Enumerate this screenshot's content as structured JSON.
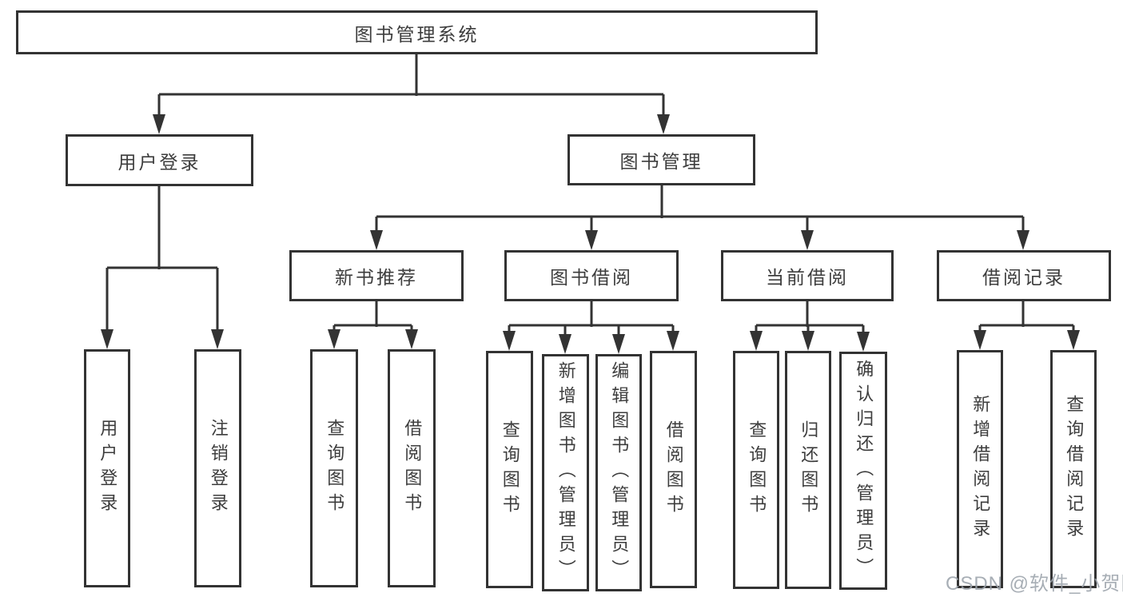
{
  "diagram_title": "图书管理系统",
  "tree": {
    "root": {
      "label": "图书管理系统"
    },
    "level2": [
      {
        "label": "用户登录"
      },
      {
        "label": "图书管理"
      }
    ],
    "level3": [
      {
        "label": "新书推荐",
        "parent": "图书管理"
      },
      {
        "label": "图书借阅",
        "parent": "图书管理"
      },
      {
        "label": "当前借阅",
        "parent": "图书管理"
      },
      {
        "label": "借阅记录",
        "parent": "图书管理"
      }
    ],
    "leaves": [
      {
        "label": "用户登录",
        "parent": "用户登录"
      },
      {
        "label": "注销登录",
        "parent": "用户登录"
      },
      {
        "label": "查询图书",
        "parent": "新书推荐"
      },
      {
        "label": "借阅图书",
        "parent": "新书推荐"
      },
      {
        "label": "查询图书",
        "parent": "图书借阅"
      },
      {
        "label": "新增图书（管理员）",
        "parent": "图书借阅"
      },
      {
        "label": "编辑图书（管理员）",
        "parent": "图书借阅"
      },
      {
        "label": "借阅图书",
        "parent": "图书借阅"
      },
      {
        "label": "查询图书",
        "parent": "当前借阅"
      },
      {
        "label": "归还图书",
        "parent": "当前借阅"
      },
      {
        "label": "确认归还（管理员）",
        "parent": "当前借阅"
      },
      {
        "label": "新增借阅记录",
        "parent": "借阅记录"
      },
      {
        "label": "查询借阅记录",
        "parent": "借阅记录"
      }
    ]
  },
  "watermark": {
    "text": "CSDN @软件_小贺同学",
    "color": "#9ca3ab"
  },
  "colors": {
    "line": "#333333",
    "text": "#3d3d3d",
    "background": "#ffffff"
  }
}
